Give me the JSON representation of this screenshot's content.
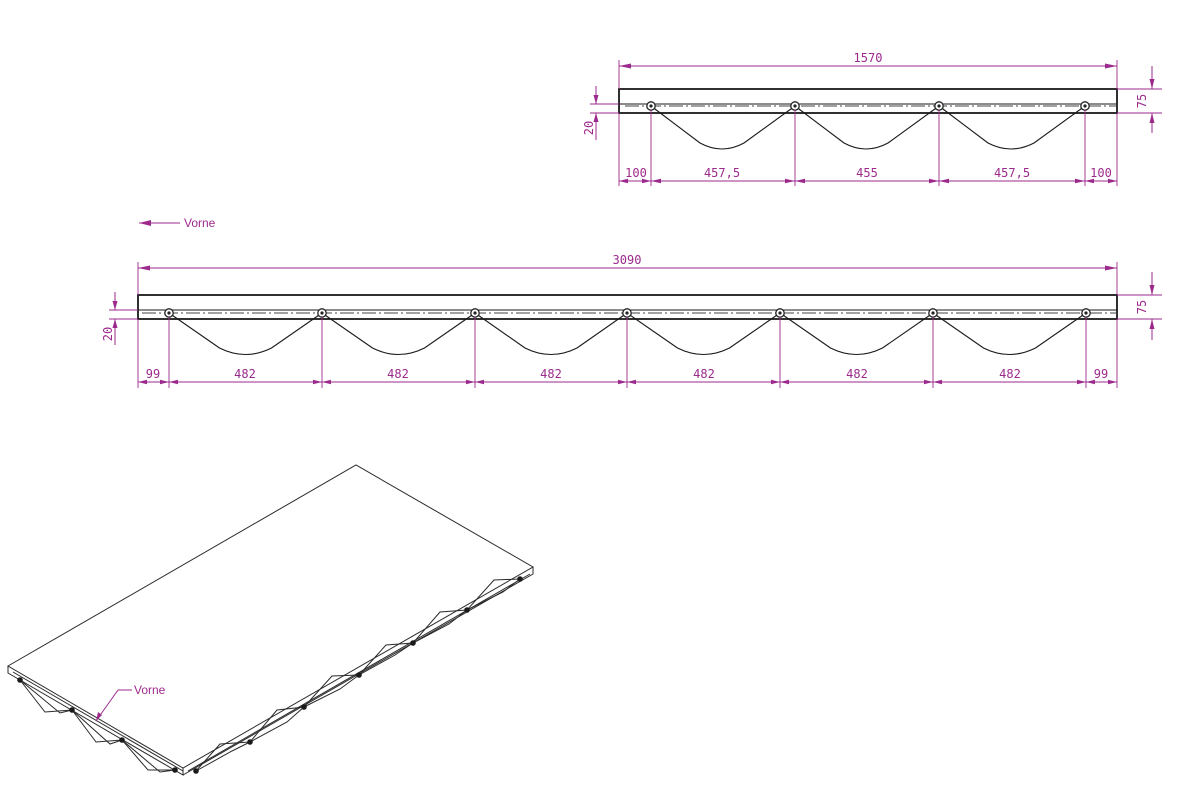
{
  "top_view": {
    "overall_length": "1570",
    "height": "75",
    "pin_height": "20",
    "spacing": [
      "100",
      "457,5",
      "455",
      "457,5",
      "100"
    ]
  },
  "long_view": {
    "overall_length": "3090",
    "height": "75",
    "pin_height": "20",
    "spacing": [
      "99",
      "482",
      "482",
      "482",
      "482",
      "482",
      "482",
      "99"
    ]
  },
  "labels": {
    "front_main": "Vorne",
    "front_iso": "Vorne"
  },
  "colors": {
    "dimension": "#9c2a8c",
    "outline": "#1a1a1a"
  }
}
